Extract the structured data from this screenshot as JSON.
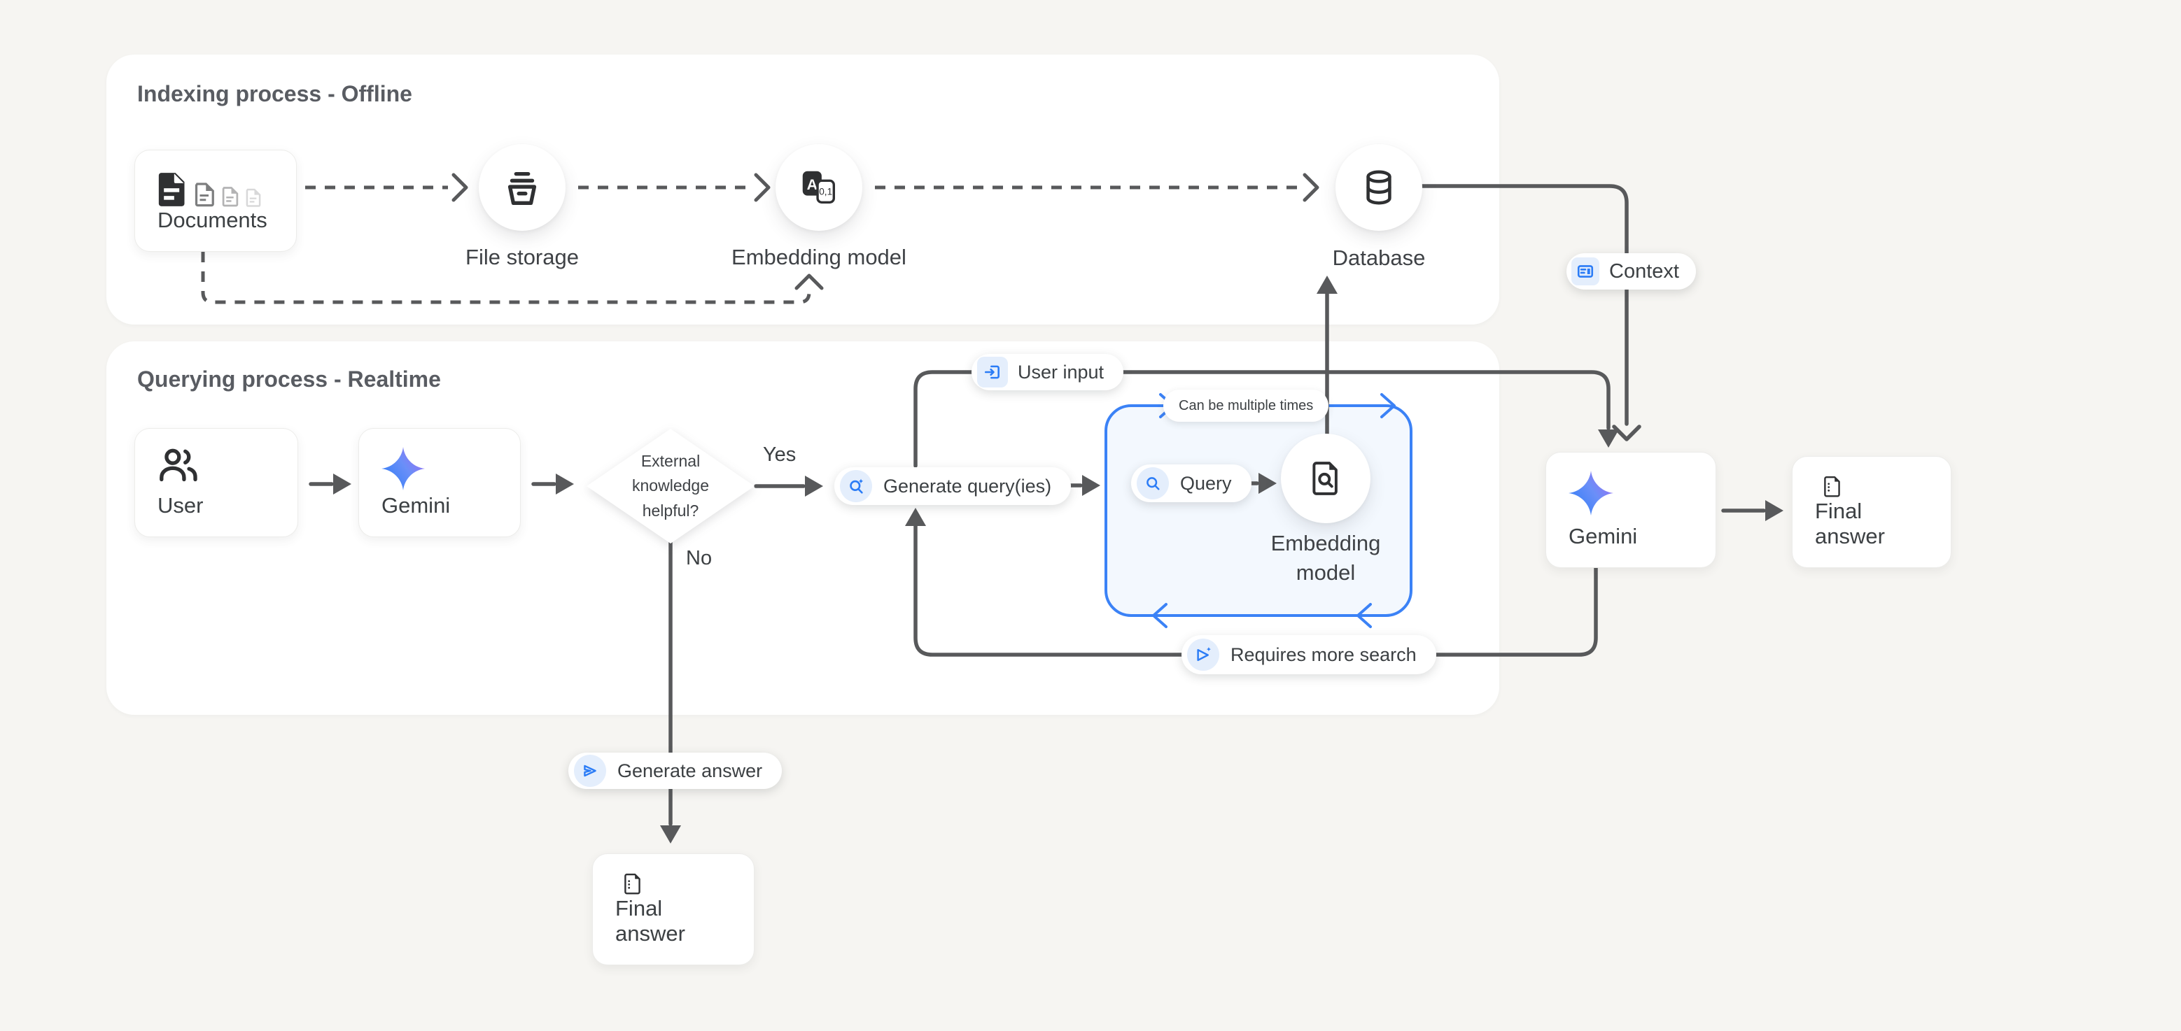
{
  "colors": {
    "page_bg": "#f6f5f2",
    "panel_bg": "#ffffff",
    "line_gray": "#58595b",
    "accent_blue": "#2b7cf6",
    "box_border_blue": "#3b82f6",
    "box_fill_blue": "#f3f8fe",
    "chip_bg_blue": "#e4eefc",
    "gemini_gradient_start": "#3e7df7",
    "gemini_gradient_end": "#9f6cf2"
  },
  "panels": {
    "indexing": {
      "title": "Indexing process - Offline"
    },
    "querying": {
      "title": "Querying process - Realtime"
    }
  },
  "nodes": {
    "documents": {
      "label": "Documents"
    },
    "file_storage": {
      "label": "File storage"
    },
    "embedding_model_indexing": {
      "label": "Embedding model"
    },
    "database": {
      "label": "Database"
    },
    "user": {
      "label": "User"
    },
    "gemini_querying": {
      "label": "Gemini"
    },
    "decision": {
      "label": "External knowledge helpful?"
    },
    "embedding_model_querying": {
      "label": "Embedding model"
    },
    "gemini_answer": {
      "label": "Gemini"
    },
    "final_answer_right": {
      "label": "Final answer"
    },
    "final_answer_bottom": {
      "label": "Final answer"
    }
  },
  "pills": {
    "generate_queries": {
      "label": "Generate query(ies)",
      "icon": "search-spark-icon"
    },
    "user_input": {
      "label": "User input",
      "icon": "input-icon"
    },
    "context": {
      "label": "Context",
      "icon": "article-icon"
    },
    "can_be_multiple_times": {
      "label": "Can be multiple times"
    },
    "query": {
      "label": "Query",
      "icon": "search-icon"
    },
    "requires_more_search": {
      "label": "Requires more search",
      "icon": "send-spark-icon"
    },
    "generate_answer": {
      "label": "Generate answer",
      "icon": "send-icon"
    }
  },
  "edge_labels": {
    "yes": "Yes",
    "no": "No"
  }
}
